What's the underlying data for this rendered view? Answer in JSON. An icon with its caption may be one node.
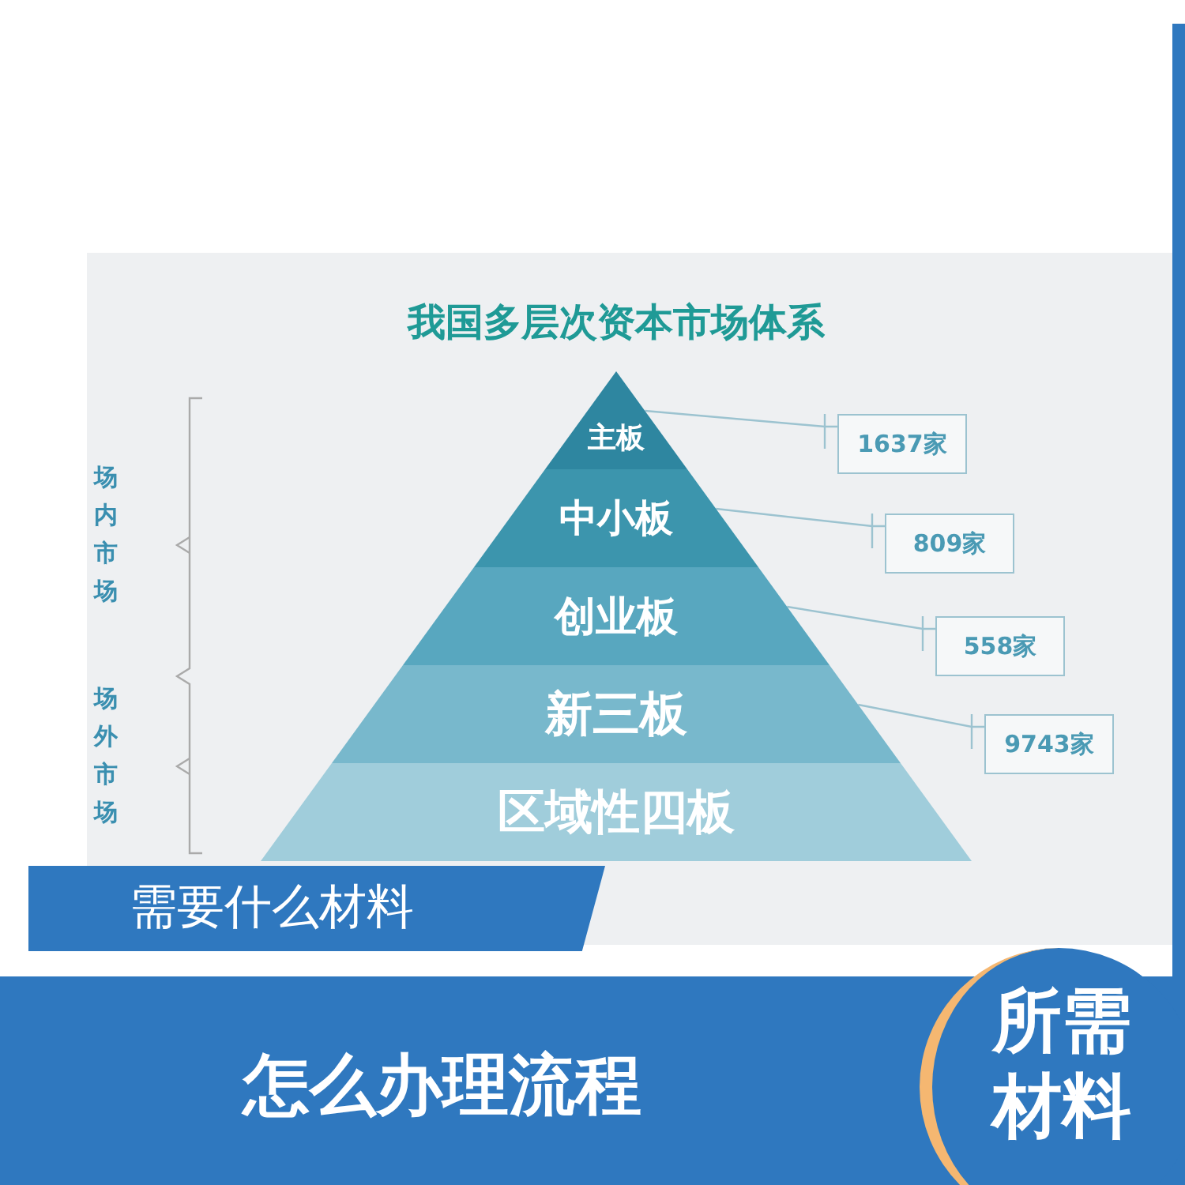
{
  "diagram": {
    "title": "我国多层次资本市场体系",
    "nodes": [
      {
        "text": [
          "主板"
        ]
      },
      {
        "text": [
          "中小板"
        ]
      },
      {
        "text": [
          "创业板"
        ]
      },
      {
        "text": [
          "新三板"
        ]
      },
      {
        "text": [
          "区域性四板"
        ]
      },
      {
        "text": [
          "1637家"
        ]
      },
      {
        "text": [
          "809家"
        ]
      },
      {
        "text": [
          "558家"
        ]
      },
      {
        "text": [
          "9743家"
        ]
      },
      {
        "text": [
          "需要什么材料"
        ]
      },
      {
        "text": [
          "怎么办理流程"
        ]
      },
      {
        "text": [
          "所需材料"
        ]
      }
    ],
    "edges": [
      {
        "from": 5,
        "to": 0,
        "arrow": "none"
      },
      {
        "from": 6,
        "to": 1,
        "arrow": "none"
      },
      {
        "from": 7,
        "to": 2,
        "arrow": "none"
      },
      {
        "from": 8,
        "to": 3,
        "arrow": "none"
      }
    ],
    "labels": [
      "场内市场",
      "场外市场"
    ]
  }
}
